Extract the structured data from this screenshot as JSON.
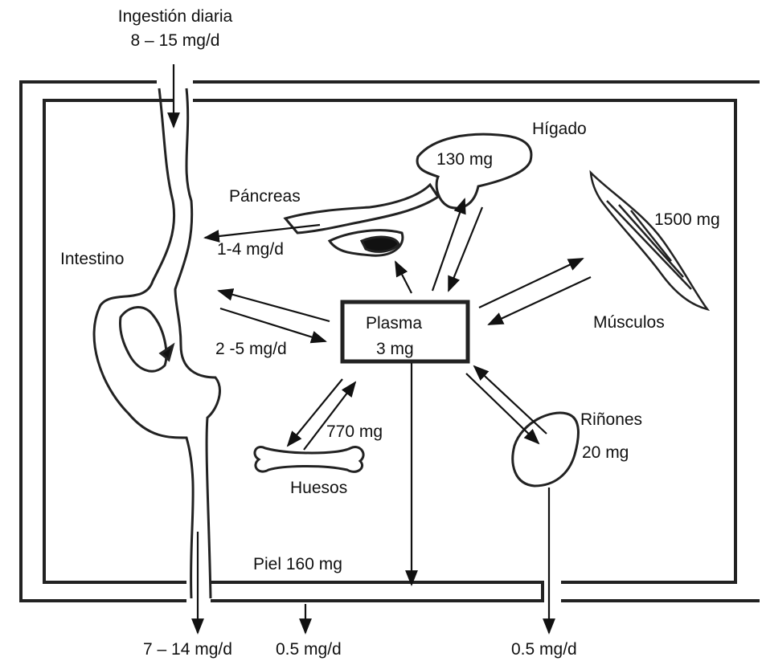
{
  "intake": {
    "title": "Ingestión diaria",
    "amount": "8 – 15 mg/d"
  },
  "organs": {
    "liver": {
      "name": "Hígado",
      "amount": "130 mg"
    },
    "pancreas": {
      "name": "Páncreas",
      "flux": "1-4 mg/d"
    },
    "muscles": {
      "name": "Músculos",
      "amount": "1500 mg"
    },
    "intestine": {
      "name": "Intestino",
      "flux": "2 -5 mg/d"
    },
    "plasma": {
      "name": "Plasma",
      "amount": "3 mg"
    },
    "bones": {
      "name": "Huesos",
      "amount": "770 mg"
    },
    "kidneys": {
      "name": "Riñones",
      "amount": "20 mg"
    },
    "skin": {
      "name": "Piel",
      "amount": "160 mg"
    }
  },
  "outputs": {
    "feces": "7 – 14 mg/d",
    "skin": "0.5 mg/d",
    "urine": "0.5 mg/d"
  },
  "colors": {
    "line": "#111111",
    "organ_fill": "#ffffff",
    "background": "#ffffff"
  }
}
